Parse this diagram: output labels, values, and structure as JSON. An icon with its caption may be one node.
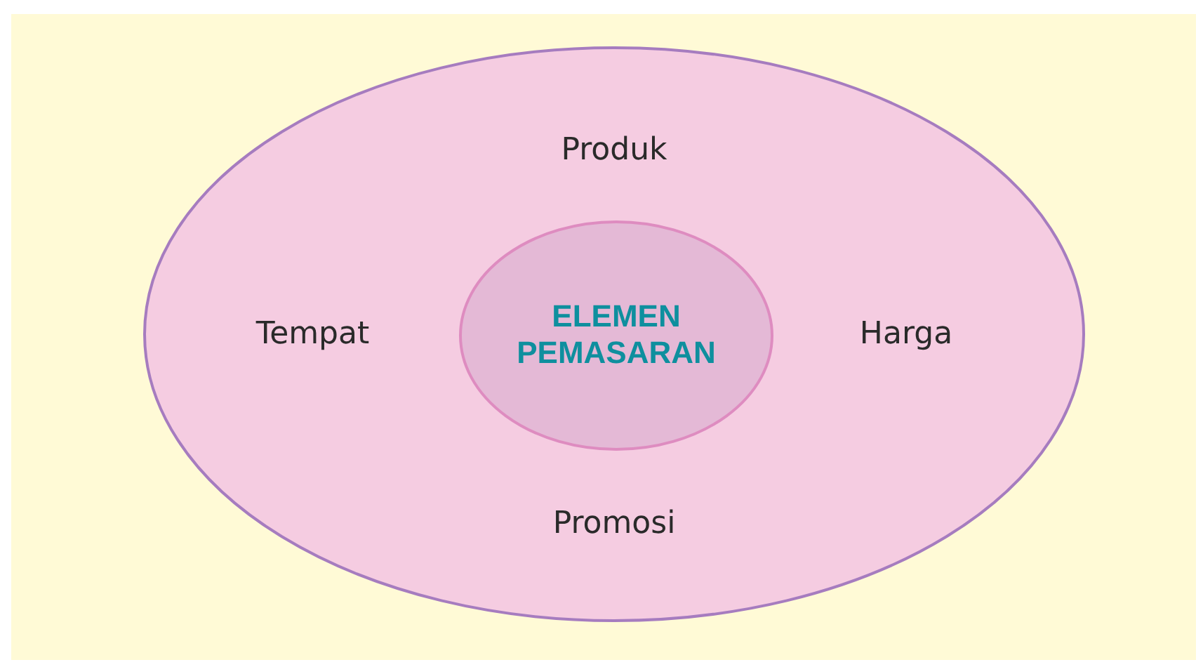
{
  "diagram": {
    "nodes": [
      {
        "text": [
          "Produk",
          "Tempat",
          "Harga",
          "Promosi"
        ]
      },
      {
        "text": [
          "ELEMEN PEMASARAN"
        ],
        "in": 0
      }
    ]
  }
}
